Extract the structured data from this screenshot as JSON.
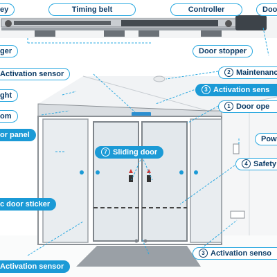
{
  "labels": {
    "hanger": "ger",
    "timing_belt": "Timing belt",
    "controller": "Controller",
    "door_top_right": "Doo",
    "door_stopper": "Door stopper",
    "activation_sensor_top_left": "Activation sensor",
    "maintenance": {
      "num": "2",
      "text": "Maintenanc"
    },
    "light": "ght",
    "activation_sensor_top_right": {
      "num": "3",
      "text": "Activation sens"
    },
    "transom": "om",
    "door_operator": {
      "num": "1",
      "text": "Door ope"
    },
    "door_panel": "or panel",
    "power": "Pow",
    "sliding_door": {
      "num": "7",
      "text": "Sliding door"
    },
    "safety": {
      "num": "4",
      "text": "Safety"
    },
    "door_sticker": "c door sticker",
    "activation_sensor_bottom_right": {
      "num": "3",
      "text": "Activation senso"
    },
    "activation_sensor_bottom_left": "Activation sensor"
  },
  "colors": {
    "accent": "#1b9ad6",
    "label_text": "#0b3b66",
    "frame": "#8a8f94",
    "glass": "#e9edf0"
  }
}
